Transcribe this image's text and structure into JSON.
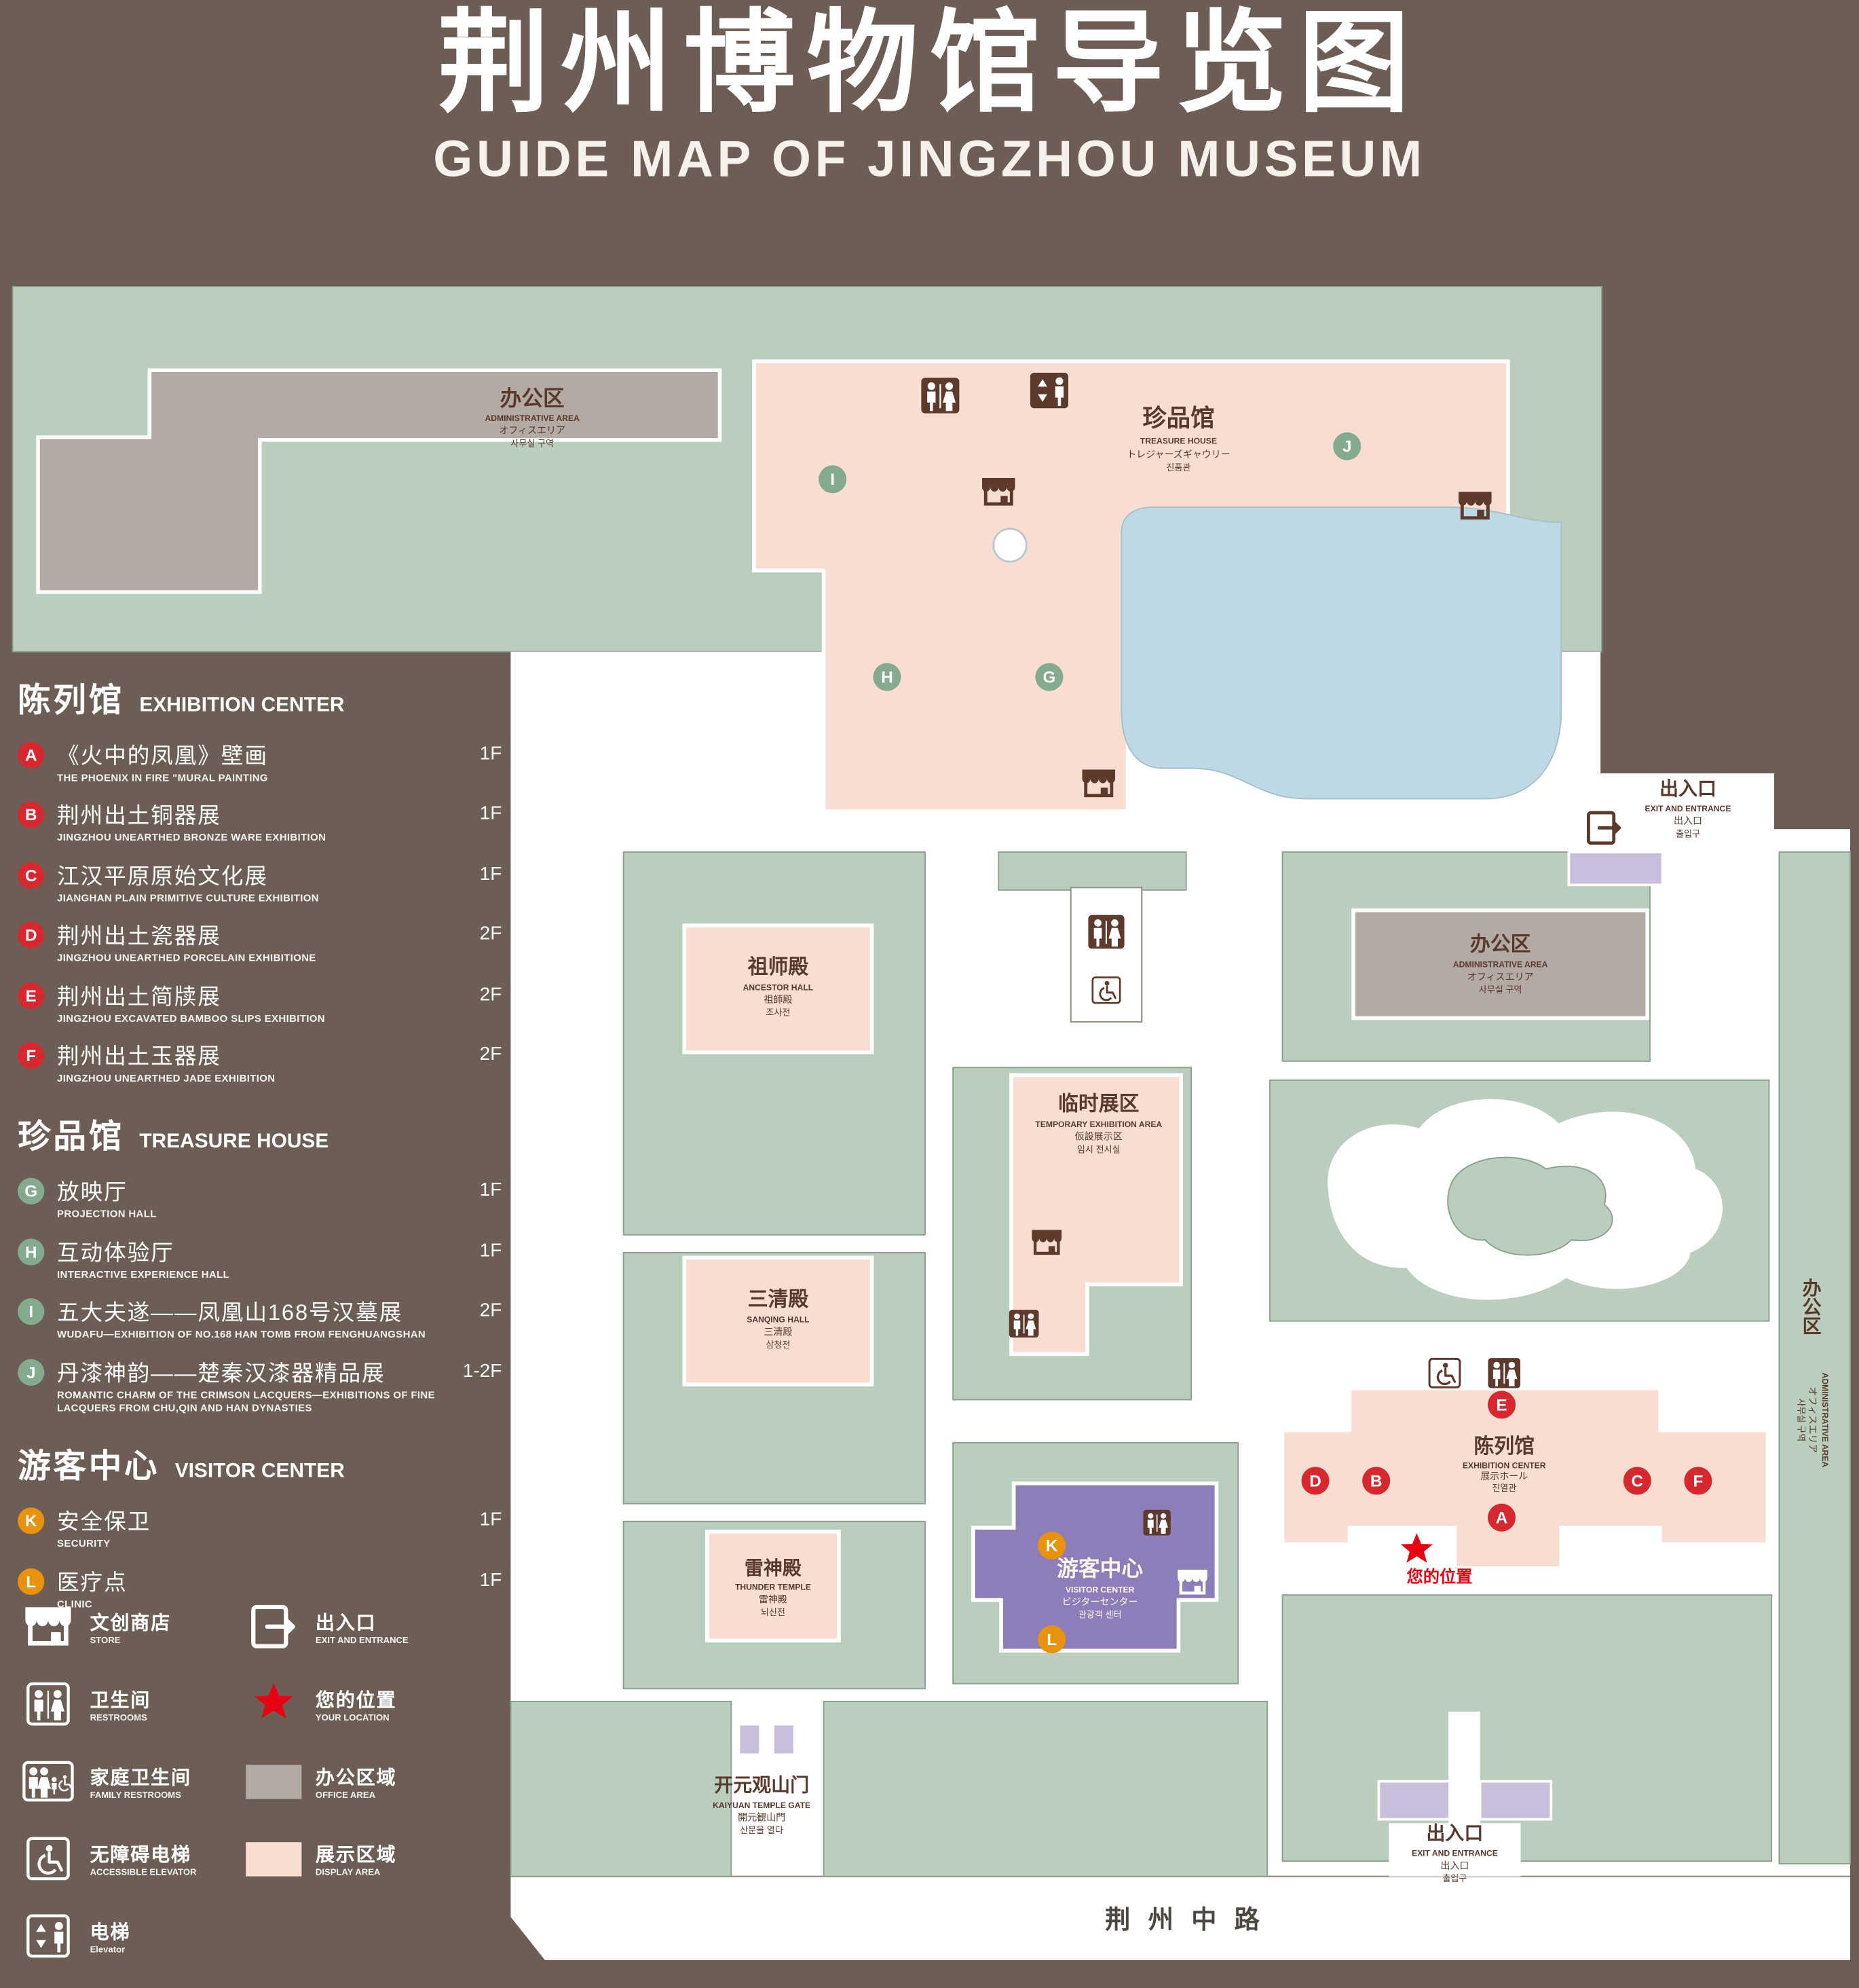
{
  "title": {
    "zh": "荆州博物馆导览图",
    "en": "GUIDE MAP OF JINGZHOU MUSEUM"
  },
  "legend": {
    "sections": [
      {
        "zh": "陈列馆",
        "en": "EXHIBITION CENTER",
        "items": [
          {
            "key": "A",
            "zh": "《火中的凤凰》壁画",
            "en": "THE PHOENIX IN FIRE \"MURAL PAINTING",
            "floor": "1F"
          },
          {
            "key": "B",
            "zh": "荆州出土铜器展",
            "en": "JINGZHOU UNEARTHED BRONZE WARE EXHIBITION",
            "floor": "1F"
          },
          {
            "key": "C",
            "zh": "江汉平原原始文化展",
            "en": "JIANGHAN PLAIN PRIMITIVE CULTURE EXHIBITION",
            "floor": "1F"
          },
          {
            "key": "D",
            "zh": "荆州出土瓷器展",
            "en": "JINGZHOU UNEARTHED PORCELAIN EXHIBITIONE",
            "floor": "2F"
          },
          {
            "key": "E",
            "zh": "荆州出土简牍展",
            "en": "JINGZHOU EXCAVATED BAMBOO SLIPS EXHIBITION",
            "floor": "2F"
          },
          {
            "key": "F",
            "zh": "荆州出土玉器展",
            "en": "JINGZHOU UNEARTHED JADE EXHIBITION",
            "floor": "2F"
          }
        ]
      },
      {
        "zh": "珍品馆",
        "en": "TREASURE HOUSE",
        "items": [
          {
            "key": "G",
            "zh": "放映厅",
            "en": "PROJECTION HALL",
            "floor": "1F"
          },
          {
            "key": "H",
            "zh": "互动体验厅",
            "en": "INTERACTIVE EXPERIENCE HALL",
            "floor": "1F"
          },
          {
            "key": "I",
            "zh": "五大夫遂——凤凰山168号汉墓展",
            "en": "WUDAFU—EXHIBITION OF NO.168 HAN TOMB FROM FENGHUANGSHAN",
            "floor": "2F"
          },
          {
            "key": "J",
            "zh": "丹漆神韵——楚秦汉漆器精品展",
            "en": "ROMANTIC CHARM OF THE CRIMSON LACQUERS—EXHIBITIONS OF FINE LACQUERS FROM CHU,QIN AND HAN DYNASTIES",
            "floor": "1-2F"
          }
        ]
      },
      {
        "zh": "游客中心",
        "en": "VISITOR CENTER",
        "items": [
          {
            "key": "K",
            "zh": "安全保卫",
            "en": "SECURITY",
            "floor": "1F"
          },
          {
            "key": "L",
            "zh": "医疗点",
            "en": "CLINIC",
            "floor": "1F"
          }
        ]
      }
    ],
    "symbols": [
      {
        "zh": "文创商店",
        "en": "STORE",
        "icon": "store-icon"
      },
      {
        "zh": "出入口",
        "en": "EXIT AND ENTRANCE",
        "icon": "exit-icon"
      },
      {
        "zh": "卫生间",
        "en": "RESTROOMS",
        "icon": "restroom-icon"
      },
      {
        "zh": "您的位置",
        "en": "YOUR LOCATION",
        "icon": "location-star-icon"
      },
      {
        "zh": "家庭卫生间",
        "en": "FAMILY RESTROOMS",
        "icon": "family-restroom-icon"
      },
      {
        "zh": "办公区域",
        "en": "OFFICE AREA",
        "icon": "office-area-swatch"
      },
      {
        "zh": "无障碍电梯",
        "en": "ACCESSIBLE ELEVATOR",
        "icon": "accessible-elevator-icon"
      },
      {
        "zh": "展示区域",
        "en": "DISPLAY AREA",
        "icon": "display-area-swatch"
      },
      {
        "zh": "电梯",
        "en": "Elevator",
        "icon": "elevator-icon"
      }
    ]
  },
  "map": {
    "labels": {
      "admin_top": {
        "zh": "办公区",
        "en": "ADMINISTRATIVE AREA",
        "jp": "オフィスエリア",
        "kr": "사무실 구역"
      },
      "treasure_house": {
        "zh": "珍品馆",
        "en": "TREASURE HOUSE",
        "jp": "トレジャーズギャウリー",
        "kr": "진품관"
      },
      "exit_east": {
        "zh": "出入口",
        "en": "EXIT AND ENTRANCE",
        "jp": "出入口",
        "kr": "출입구"
      },
      "admin_east": {
        "zh": "办公区",
        "en": "ADMINISTRATIVE AREA",
        "jp": "オフィスエリア",
        "kr": "사무실 구역"
      },
      "admin_far_east": {
        "zh": "办公区",
        "en": "ADMINISTRATIVE AREA",
        "jp": "オフィスエリア",
        "kr": "사무실 구역"
      },
      "ancestor_hall": {
        "zh": "祖师殿",
        "en": "ANCESTOR HALL",
        "jp": "祖師殿",
        "kr": "조사전"
      },
      "temporary_exhibition": {
        "zh": "临时展区",
        "en": "TEMPORARY EXHIBITION AREA",
        "jp": "仮設展示区",
        "kr": "임시 전시실"
      },
      "sanqing_hall": {
        "zh": "三清殿",
        "en": "SANQING HALL",
        "jp": "三清殿",
        "kr": "삼청전"
      },
      "thunder_temple": {
        "zh": "雷神殿",
        "en": "THUNDER TEMPLE",
        "jp": "雷神殿",
        "kr": "뇌신전"
      },
      "visitor_center": {
        "zh": "游客中心",
        "en": "VISITOR CENTER",
        "jp": "ビジターセンター",
        "kr": "관광객 센터"
      },
      "exhibition_center": {
        "zh": "陈列馆",
        "en": "EXHIBITION CENTER",
        "jp": "展示ホール",
        "kr": "진열관"
      },
      "your_location": {
        "zh": "您的位置"
      },
      "kaiyuan_gate": {
        "zh": "开元观山门",
        "en": "KAIYUAN TEMPLE GATE",
        "jp": "開元観山門",
        "kr": "산문을 열다"
      },
      "exit_south": {
        "zh": "出入口",
        "en": "EXIT AND ENTRANCE",
        "jp": "出入口",
        "kr": "출입구"
      },
      "road": {
        "zh": "荆州中路"
      }
    },
    "markers": {
      "red": [
        "A",
        "B",
        "C",
        "D",
        "E",
        "F"
      ],
      "green": [
        "G",
        "H",
        "I",
        "J"
      ],
      "orange": [
        "K",
        "L"
      ]
    }
  },
  "colors": {
    "background": "#6c5e54",
    "map_green": "#b9cebc",
    "display_area": "#f8ddd2",
    "office_area": "#b3aaa4",
    "pond_blue": "#bed9e4",
    "visitor_center_purple": "#8d7db8",
    "entrance_lavender": "#cabfdb",
    "marker_red": "#d7282f",
    "marker_green": "#85ab8e",
    "marker_orange": "#e8920e",
    "location_red": "#e60012",
    "map_text_brown": "#5a392d"
  }
}
